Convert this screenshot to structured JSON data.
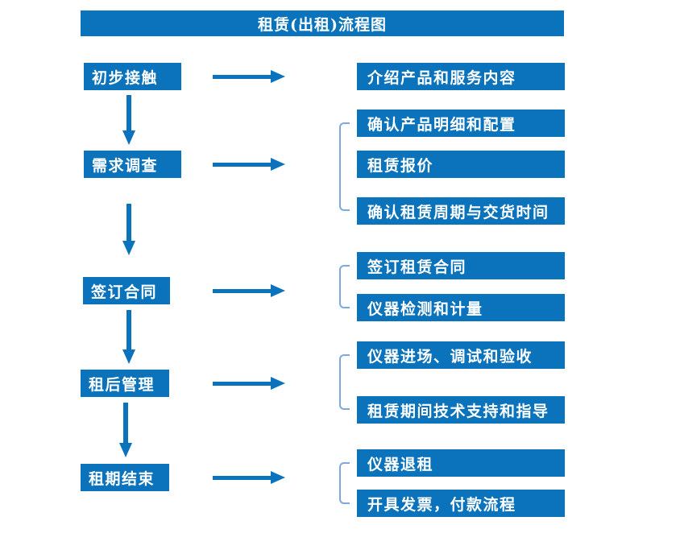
{
  "title": "租赁(出租)流程图",
  "colors": {
    "primary": "#0b72bc",
    "bracket": "#7fa8dc",
    "text": "#ffffff",
    "bg": "#ffffff"
  },
  "steps": [
    {
      "label": "初步接触",
      "children": [
        "介绍产品和服务内容"
      ]
    },
    {
      "label": "需求调查",
      "children": [
        "确认产品明细和配置",
        "租赁报价",
        "确认租赁周期与交货时间"
      ]
    },
    {
      "label": "签订合同",
      "children": [
        "签订租赁合同",
        "仪器检测和计量"
      ]
    },
    {
      "label": "租后管理",
      "children": [
        "仪器进场、调试和验收",
        "租赁期间技术支持和指导"
      ]
    },
    {
      "label": "租期结束",
      "children": [
        "仪器退租",
        "开具发票，付款流程"
      ]
    }
  ]
}
